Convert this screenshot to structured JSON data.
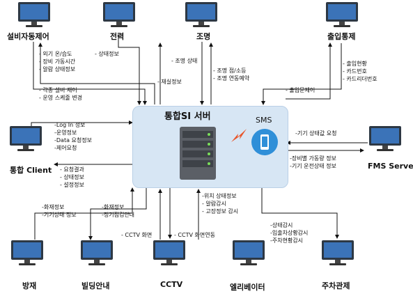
{
  "server": {
    "title": "통합SI 서버",
    "sms_label": "SMS"
  },
  "nodes": {
    "facility": "설비자동제어",
    "power": "전력",
    "lighting": "조명",
    "access": "출입통제",
    "client": "통합 Client",
    "fms": "FMS Server",
    "disaster": "방재",
    "building_guide": "빌딩안내",
    "cctv": "CCTV",
    "elevator": "엘리베이터",
    "parking": "주차관제"
  },
  "labels": {
    "facility_in": [
      "- 외기 온/습도",
      "- 장비 가동시간",
      "- 알람 상태정보"
    ],
    "facility_out": [
      "- 각종 설비 제어",
      "- 운영 스케줄 변경"
    ],
    "power_in": [
      "- 상태정보"
    ],
    "power_out": [
      "- 재실정보"
    ],
    "lighting_in": [
      "- 조명 상태"
    ],
    "lighting_out": [
      "- 조명 점/소등",
      "- 조명 연동예약"
    ],
    "access_in": [
      "- 출입현황",
      "- 카드번호",
      "- 카드리더번호"
    ],
    "access_out": [
      "- 출입문제어"
    ],
    "client_out": [
      "-Log In 정보",
      "-운영정보",
      "-Data 요청정보",
      "-제어요청"
    ],
    "client_in": [
      "- 요청결과",
      "- 상태정보",
      "- 설정정보"
    ],
    "fms_out": [
      "-기기 상태값 요청"
    ],
    "fms_in": [
      "-장비별 가동량 정보",
      "-기기 운전상태 정보"
    ],
    "disaster_in": [
      "-화재정보",
      "-기기상태 정보"
    ],
    "guide_out": [
      "-화재정보",
      "-정기점검안내"
    ],
    "cctv_in": [
      "- CCTV 화면"
    ],
    "cctv_out": [
      "- CCTV 화면연동"
    ],
    "elevator_in": [
      "-위치 상태정보",
      "- 알람감시",
      "- 고장정보 감시"
    ],
    "parking_in": [
      "-상태감시",
      "-입출차상황감시",
      "-주차현황감시"
    ]
  }
}
